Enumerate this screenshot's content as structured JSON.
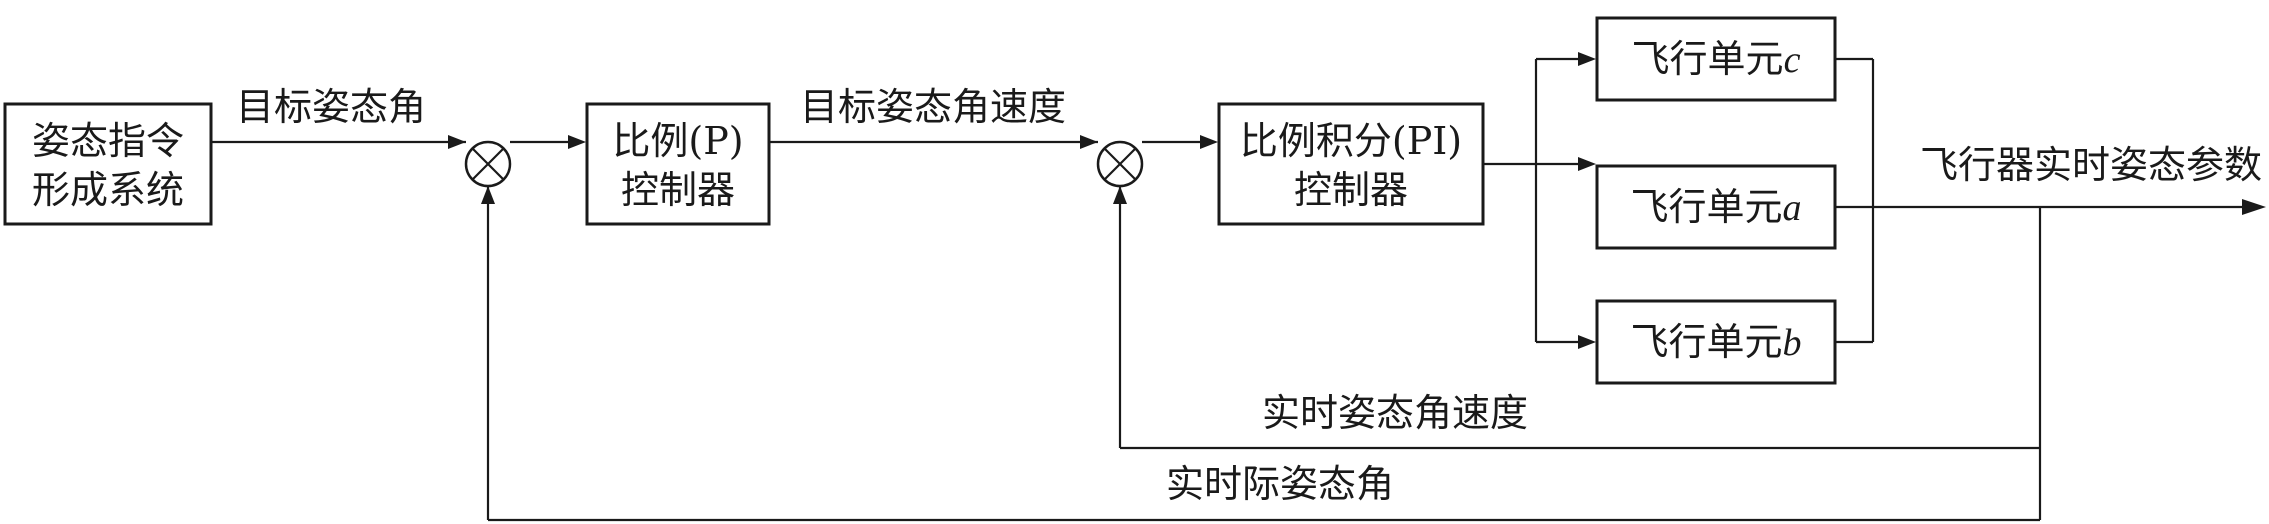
{
  "blocks": {
    "command_system": {
      "line1": "姿态指令",
      "line2": "形成系统"
    },
    "p_controller": {
      "line1": "比例(P)",
      "line2": "控制器"
    },
    "pi_controller": {
      "line1": "比例积分(PI)",
      "line2": "控制器"
    },
    "unit_c": {
      "prefix": "飞行单元",
      "var": "c"
    },
    "unit_a": {
      "prefix": "飞行单元",
      "var": "a"
    },
    "unit_b": {
      "prefix": "飞行单元",
      "var": "b"
    }
  },
  "signals": {
    "target_angle": "目标姿态角",
    "target_rate": "目标姿态角速度",
    "output": "飞行器实时姿态参数",
    "feedback_rate": "实时姿态角速度",
    "feedback_angle": "实时际姿态角"
  }
}
